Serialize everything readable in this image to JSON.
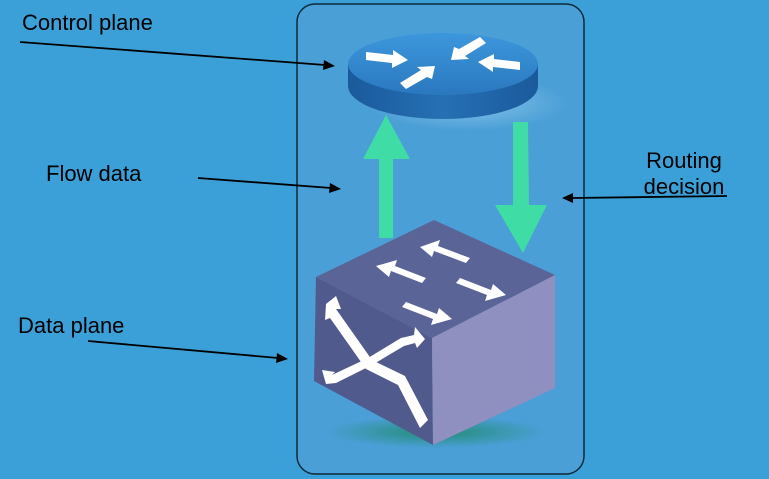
{
  "labels": {
    "control_plane": "Control plane",
    "flow_data": "Flow data",
    "routing_decision_line1": "Routing",
    "routing_decision_line2": "decision",
    "data_plane": "Data plane"
  },
  "colors": {
    "background": "#3ba0d8",
    "panel_fill": "#4a9fd6",
    "panel_stroke": "#0c2a3a",
    "router_top": "#2f86cc",
    "router_side": "#1f62a6",
    "flow_arrow": "#3fdca6",
    "switch_top": "#5a6496",
    "switch_front": "#515a8c",
    "switch_side": "#8f8fc0",
    "leader_line": "#000000"
  },
  "icons": {
    "router": "router-icon",
    "switch": "switch-icon"
  }
}
